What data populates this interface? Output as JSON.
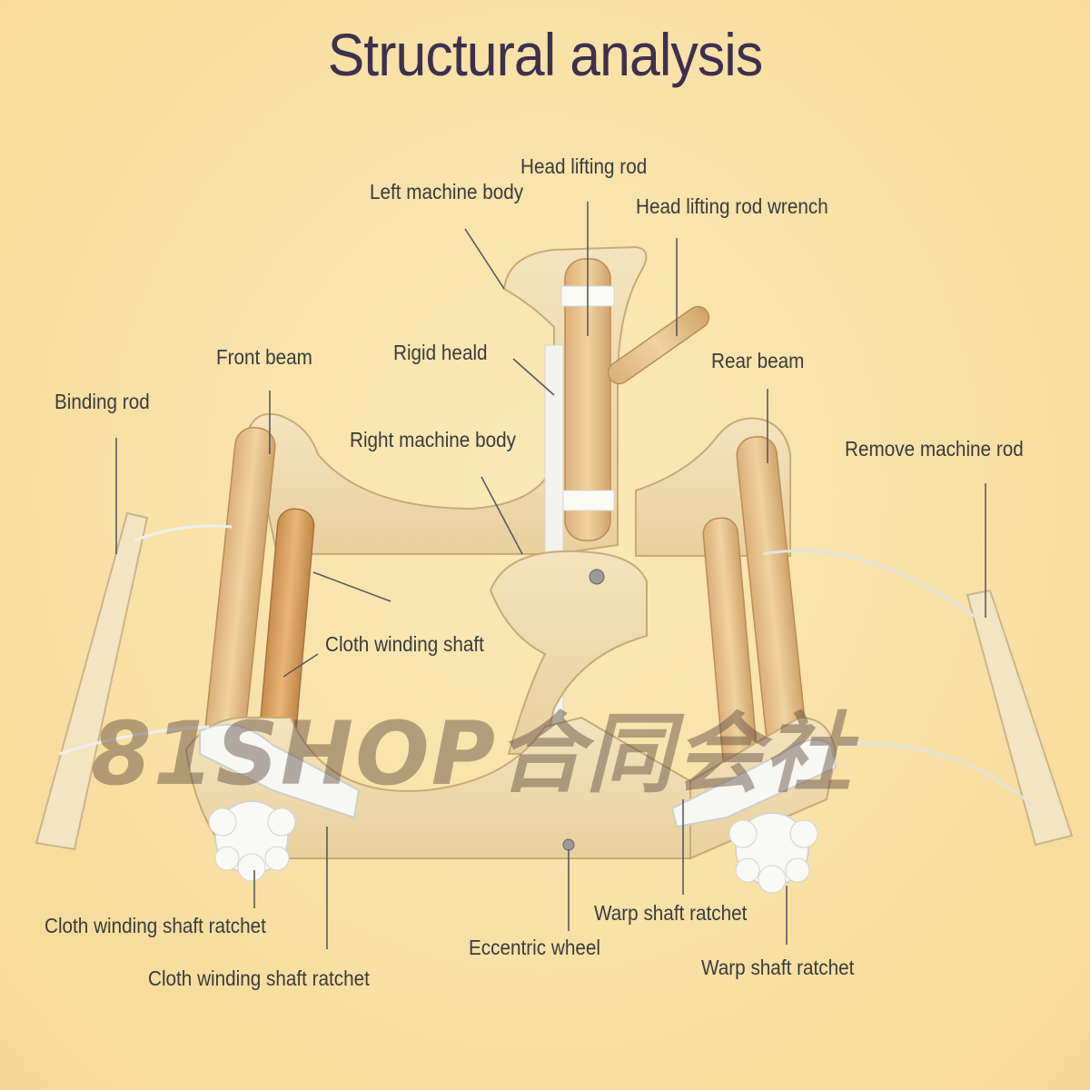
{
  "title": "Structural analysis",
  "watermark": "81SHOP合同会社",
  "labels": {
    "head_lifting_rod": "Head lifting rod",
    "left_machine_body": "Left machine body",
    "head_lifting_rod_wrench": "Head lifting rod wrench",
    "front_beam": "Front beam",
    "rigid_heald": "Rigid heald",
    "rear_beam": "Rear beam",
    "binding_rod": "Binding rod",
    "right_machine_body": "Right machine body",
    "remove_machine_rod": "Remove machine rod",
    "cloth_winding_shaft": "Cloth winding shaft",
    "cloth_winding_shaft_ratchet_1": "Cloth winding shaft ratchet",
    "cloth_winding_shaft_ratchet_2": "Cloth winding shaft ratchet",
    "eccentric_wheel": "Eccentric wheel",
    "warp_shaft_ratchet_1": "Warp shaft ratchet",
    "warp_shaft_ratchet_2": "Warp shaft ratchet"
  },
  "colors": {
    "background": "#f8e1a6",
    "title": "#3f2f4f",
    "wood_light": "#f2dcae",
    "wood_rod": "#e6c48a",
    "plastic": "#f7f7f4",
    "leader_line": "#5a5a5a"
  }
}
